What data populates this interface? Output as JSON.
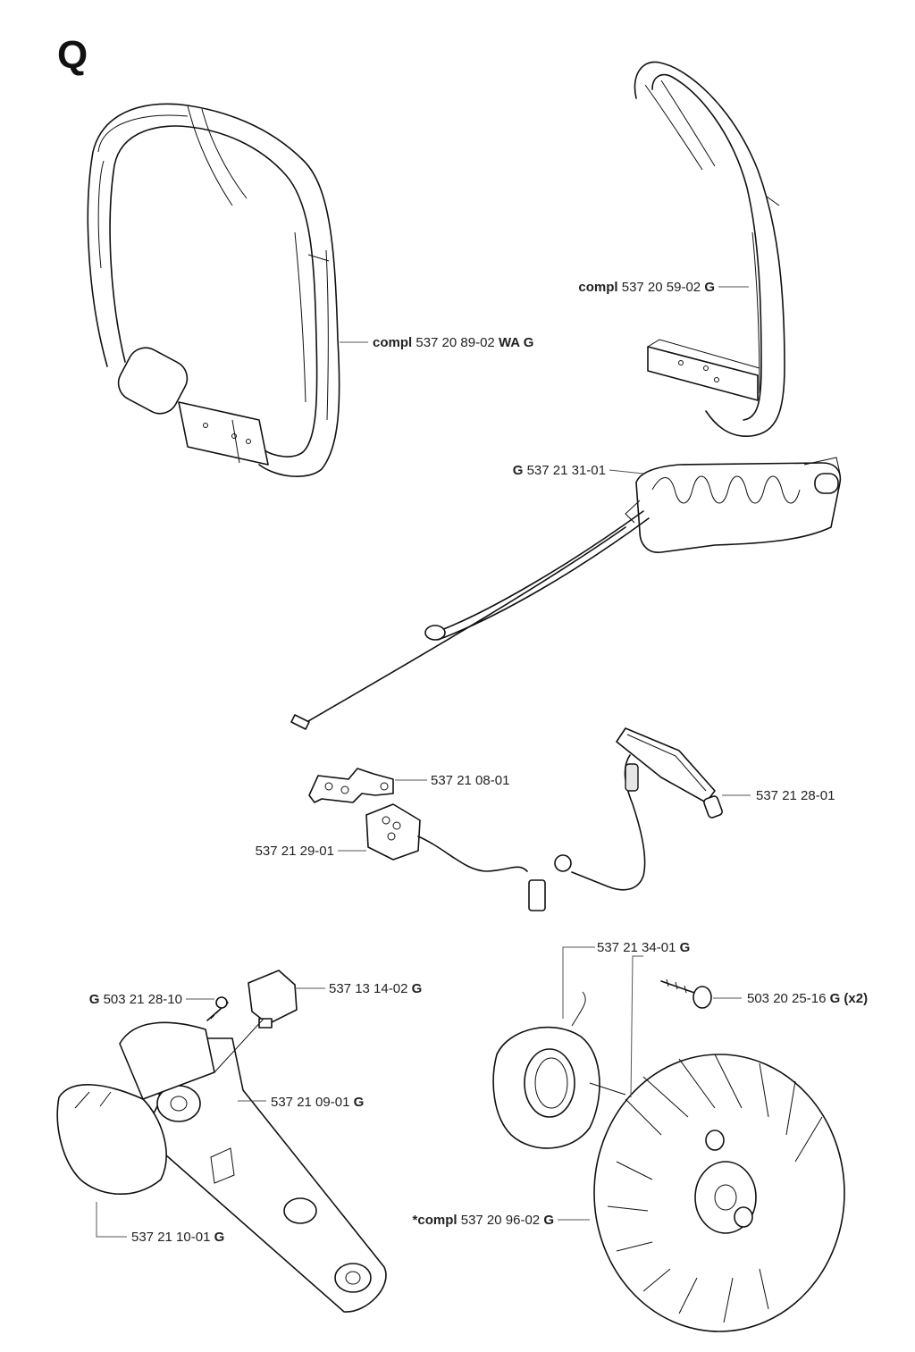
{
  "page": {
    "letter": "Q"
  },
  "parts": [
    {
      "id": "front-handle-large",
      "prefix": "compl",
      "number": "537 20 89-02",
      "suffix": "WA G"
    },
    {
      "id": "front-handle-small",
      "prefix": "compl",
      "number": "537 20 59-02",
      "suffix": "G"
    },
    {
      "id": "handle-heater",
      "prefix": "G",
      "number": "537 21 31-01",
      "suffix": ""
    },
    {
      "id": "bracket",
      "prefix": "",
      "number": "537 21 08-01",
      "suffix": ""
    },
    {
      "id": "carburetor-heater",
      "prefix": "",
      "number": "537 21 28-01",
      "suffix": ""
    },
    {
      "id": "switch-unit",
      "prefix": "",
      "number": "537 21 29-01",
      "suffix": ""
    },
    {
      "id": "screw-g",
      "prefix": "G",
      "number": "503 21 28-10",
      "suffix": ""
    },
    {
      "id": "switch",
      "prefix": "",
      "number": "537 13 14-02",
      "suffix": "G"
    },
    {
      "id": "handle-bar",
      "prefix": "",
      "number": "537 21 09-01",
      "suffix": "G"
    },
    {
      "id": "cover",
      "prefix": "",
      "number": "537 21 10-01",
      "suffix": "G"
    },
    {
      "id": "generator",
      "prefix": "",
      "number": "537 21 34-01",
      "suffix": "G"
    },
    {
      "id": "screw-x2",
      "prefix": "",
      "number": "503 20 25-16",
      "suffix": "G (x2)"
    },
    {
      "id": "flywheel",
      "prefix": "*compl",
      "number": "537 20 96-02",
      "suffix": "G"
    }
  ]
}
